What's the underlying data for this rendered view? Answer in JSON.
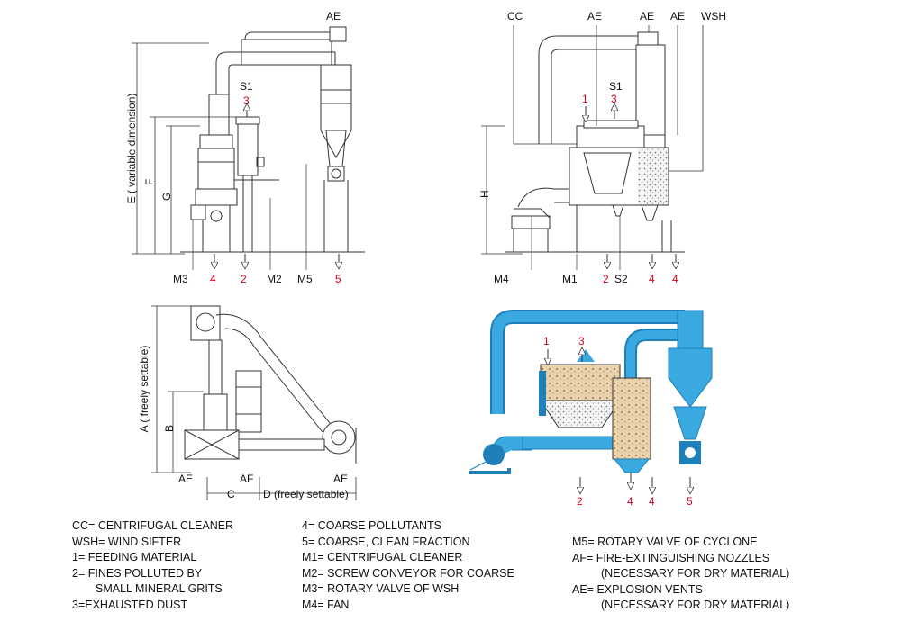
{
  "labels": {
    "AE": "AE",
    "CC": "CC",
    "WSH": "WSH",
    "S1": "S1",
    "S2": "S2",
    "M1": "M1",
    "M2": "M2",
    "M3": "M3",
    "M4": "M4",
    "M5": "M5",
    "AF": "AF",
    "n1": "1",
    "n2": "2",
    "n3": "3",
    "n4": "4",
    "n5": "5"
  },
  "dimensions": {
    "A": "A ( freely settable)",
    "B": "B",
    "C": "C",
    "D": "D (freely settable)",
    "E": "E ( variable dimension)",
    "F": "F",
    "G": "G",
    "H": "H"
  },
  "legend": {
    "col1": [
      "CC= CENTRIFUGAL CLEANER",
      "WSH= WIND SIFTER",
      "1= FEEDING MATERIAL",
      "2= FINES POLLUTED BY",
      "SMALL MINERAL GRITS",
      "3=EXHAUSTED DUST"
    ],
    "col2": [
      "4= COARSE POLLUTANTS",
      "5= COARSE, CLEAN FRACTION",
      "M1= CENTRIFUGAL CLEANER",
      "M2= SCREW CONVEYOR FOR COARSE",
      "M3= ROTARY VALVE OF WSH",
      "M4= FAN"
    ],
    "col3": [
      "M5= ROTARY VALVE OF CYCLONE",
      "AF= FIRE-EXTINGUISHING NOZZLES",
      "(NECESSARY FOR DRY MATERIAL)",
      "AE= EXPLOSION VENTS",
      "(NECESSARY FOR DRY MATERIAL)"
    ]
  },
  "colors": {
    "blue": "#3aa9e0",
    "darkblue": "#1f7fb8",
    "red": "#d4001a",
    "sand": "#ead2ad"
  }
}
